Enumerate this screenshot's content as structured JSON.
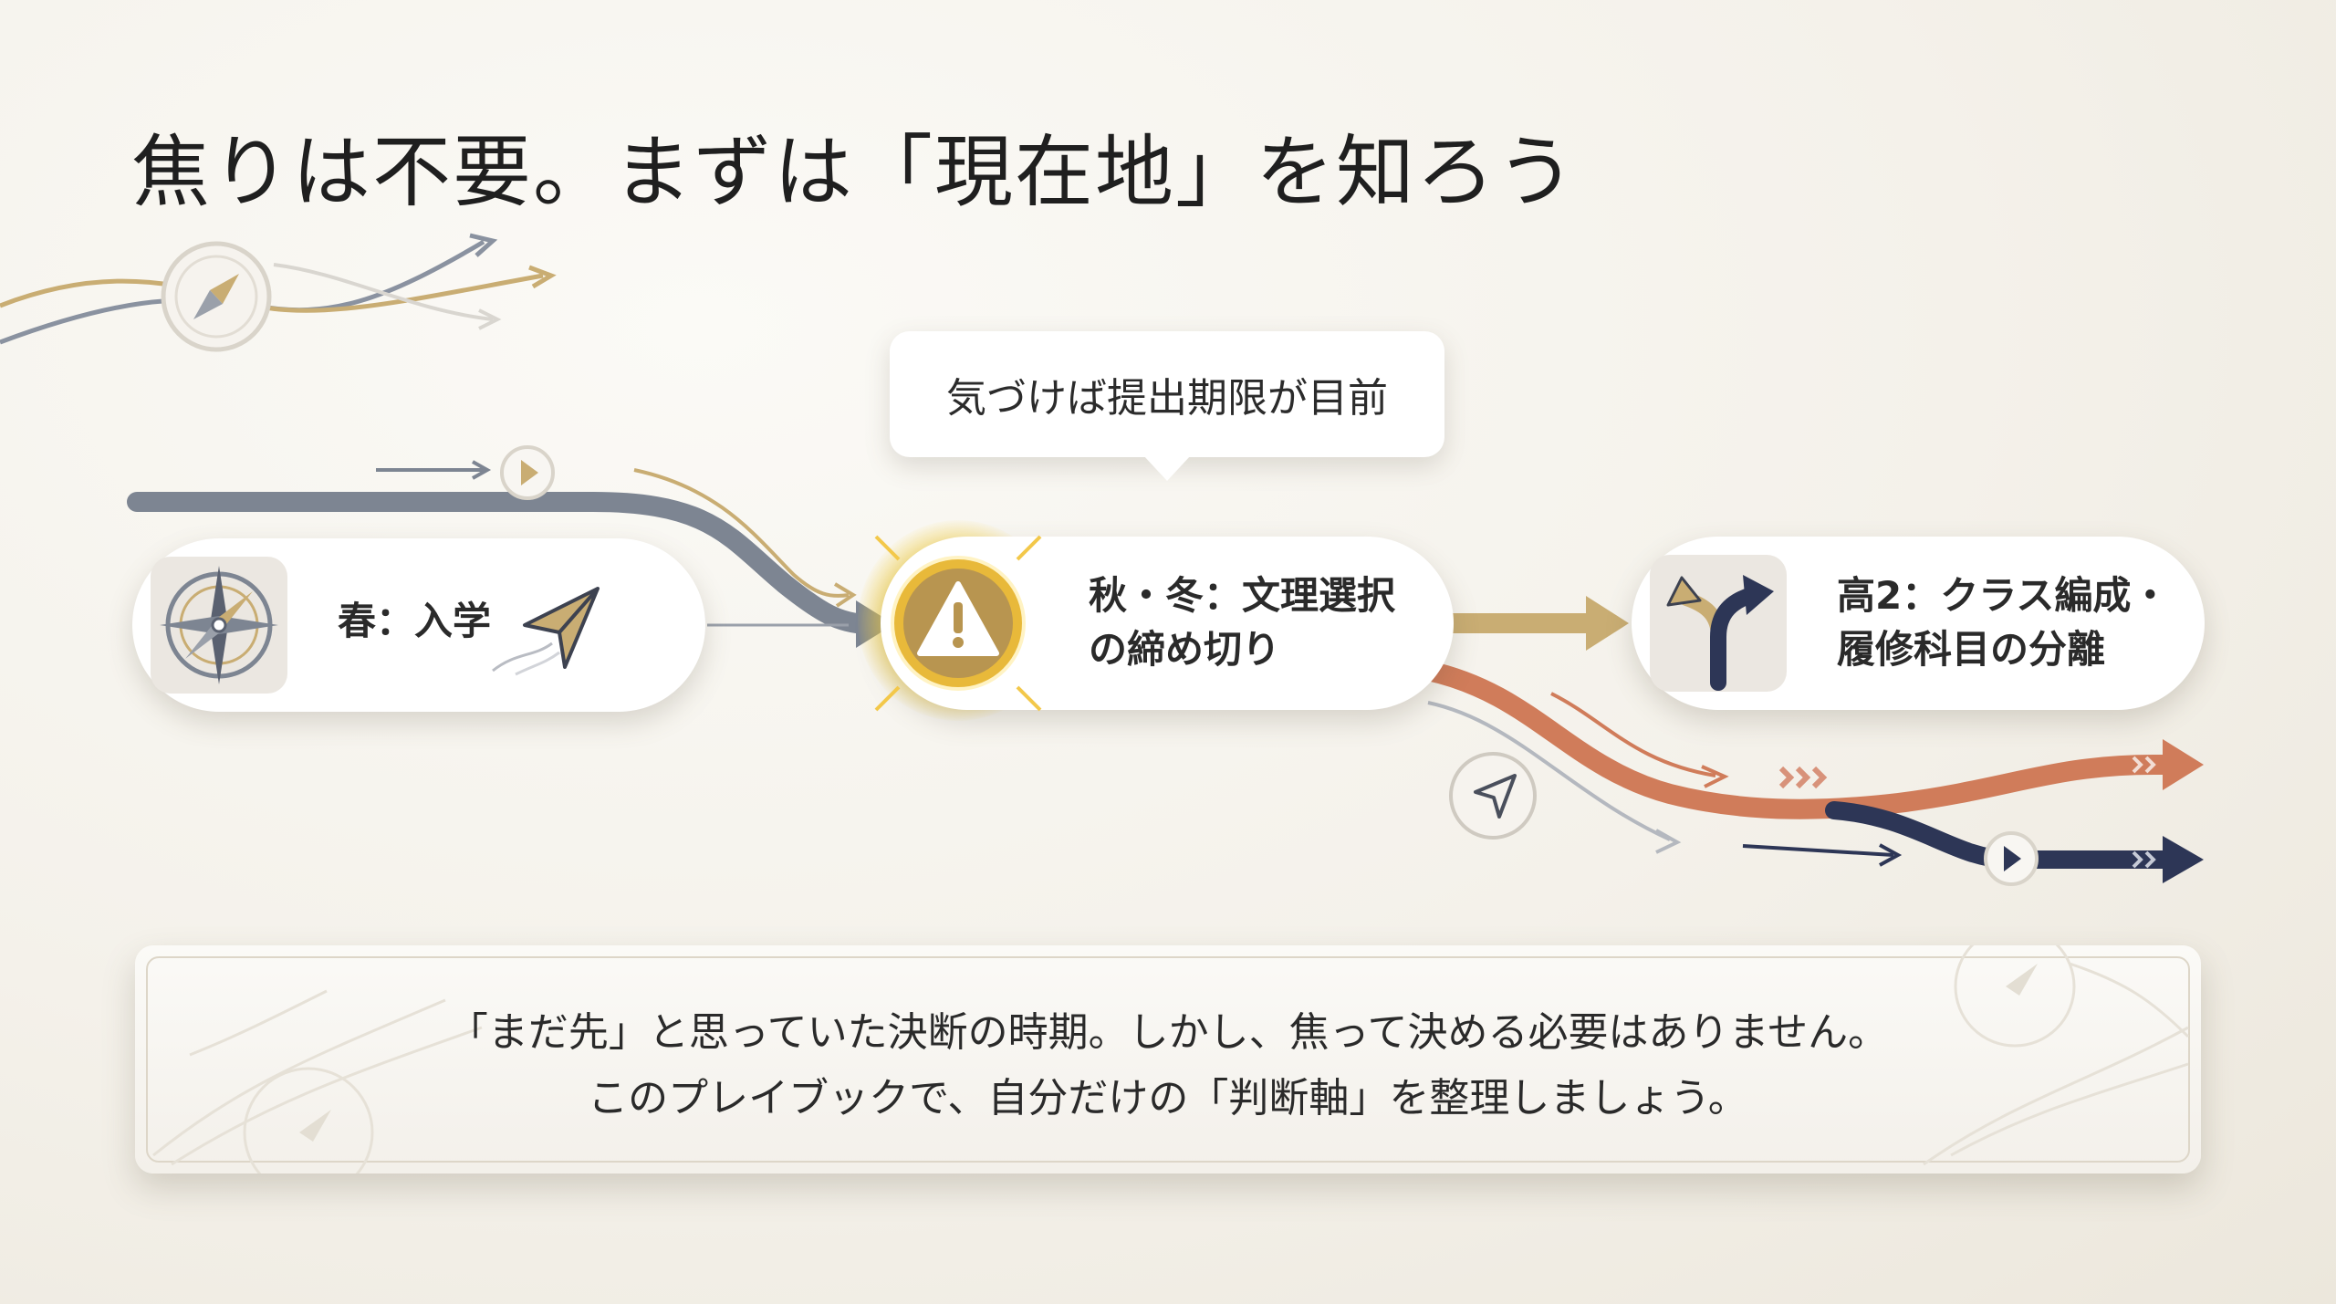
{
  "title": "焦りは不要。まずは「現在地」を知ろう",
  "callout": {
    "text": "気づけば提出期限が目前"
  },
  "stages": [
    {
      "label": "春：入学"
    },
    {
      "label_line1": "秋・冬：文理選択",
      "label_line2": "の締め切り"
    },
    {
      "label_line1": "高2：クラス編成・",
      "label_line2": "履修科目の分離"
    }
  ],
  "message": {
    "line1": "「まだ先」と思っていた決断の時期。しかし、焦って決める必要はありません。",
    "line2": "このプレイブックで、自分だけの「判断軸」を整理しましょう。"
  },
  "icons": {
    "spring": "compass-rose-icon",
    "spring_accent": "paper-plane-icon",
    "autumn": "warning-icon",
    "grade2": "fork-arrow-icon",
    "header_deco": "compass-icon"
  },
  "colors": {
    "gray_path": "#7d8592",
    "gold": "#c9ad73",
    "gold_warning": "#d6a531",
    "orange": "#d07c5a",
    "navy": "#2d3656",
    "background": "#f5f2ec"
  }
}
